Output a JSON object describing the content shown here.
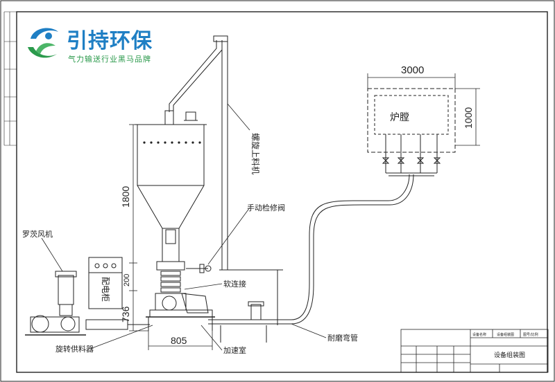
{
  "brand": {
    "name": "引持环保",
    "slogan": "气力输送行业黑马品牌",
    "primary_color": "#1f7fc4",
    "secondary_color": "#2b9a4c"
  },
  "labels": {
    "screw_conveyor": "螺旋上料机",
    "manual_valve": "手动检修阀",
    "roots_blower": "罗茨风机",
    "control_cabinet": "配电柜",
    "flexible_joint": "软连接",
    "rotary_feeder": "旋转供料器",
    "accelerator_chamber": "加速室",
    "wear_elbow": "耐磨弯管",
    "furnace": "炉膛"
  },
  "dimensions": {
    "width_3000": "3000",
    "height_1000": "1000",
    "height_1800": "1800",
    "height_200": "200",
    "height_736": "736",
    "width_805": "805"
  },
  "title_block": {
    "drawing_title": "设备组装图",
    "cell_a": "设备名称",
    "cell_b": "设备组装图",
    "cell_c": "图号/比例"
  }
}
